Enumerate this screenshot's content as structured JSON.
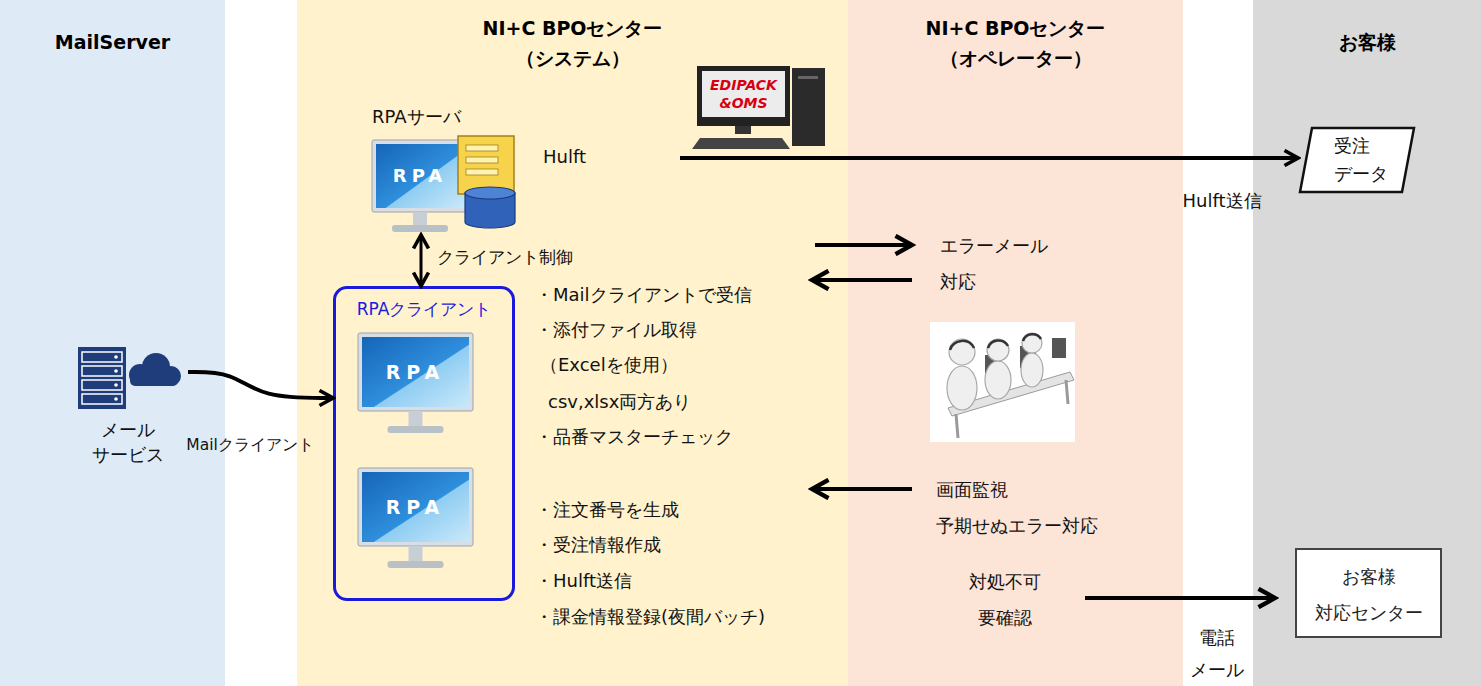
{
  "diagram": {
    "nodes": [
      {
        "text": [
          "MailServer"
        ]
      },
      {
        "text": [
          "メール サービス"
        ],
        "in": 0
      },
      {
        "text": [
          "NI+C BPOセンター （システム）"
        ]
      },
      {
        "text": [
          "RPAサーバ",
          "RPA"
        ],
        "in": 2
      },
      {
        "text": [
          "EDIPACK &OMS"
        ],
        "in": 2
      },
      {
        "text": [
          "RPAクライアント"
        ],
        "in": 2
      },
      {
        "text": [
          "RPA"
        ],
        "in": 5
      },
      {
        "text": [
          "RPA"
        ],
        "in": 5
      },
      {
        "text": [
          "NI+C BPOセンター （オペレーター）"
        ]
      },
      {
        "text": [
          "お客様"
        ]
      },
      {
        "text": [
          "受注 データ"
        ],
        "in": 9
      },
      {
        "text": [
          "お客様 対応センター"
        ],
        "in": 9
      }
    ],
    "edges": [
      {
        "from": 1,
        "to": 5,
        "arrow": "to",
        "label": "Mailクライアント"
      },
      {
        "from": 3,
        "to": 5,
        "arrow": "both",
        "label": "クライアント制御"
      },
      {
        "from": 4,
        "to": 10,
        "arrow": "to",
        "label": "Hulft送信"
      }
    ],
    "labels": [
      "Hulft",
      "・Mailクライアントで受信",
      "・添付ファイル取得",
      "（Excelを使用）",
      "csv,xlsx両方あり",
      "・品番マスターチェック",
      "・注文番号を生成",
      "・受注情報作成",
      "・Hulft送信",
      "・課金情報登録(夜間バッチ)",
      "エラーメール 対応",
      "画面監視 予期せぬエラー対応",
      "対処不可 要確認",
      "電話 メール"
    ]
  }
}
